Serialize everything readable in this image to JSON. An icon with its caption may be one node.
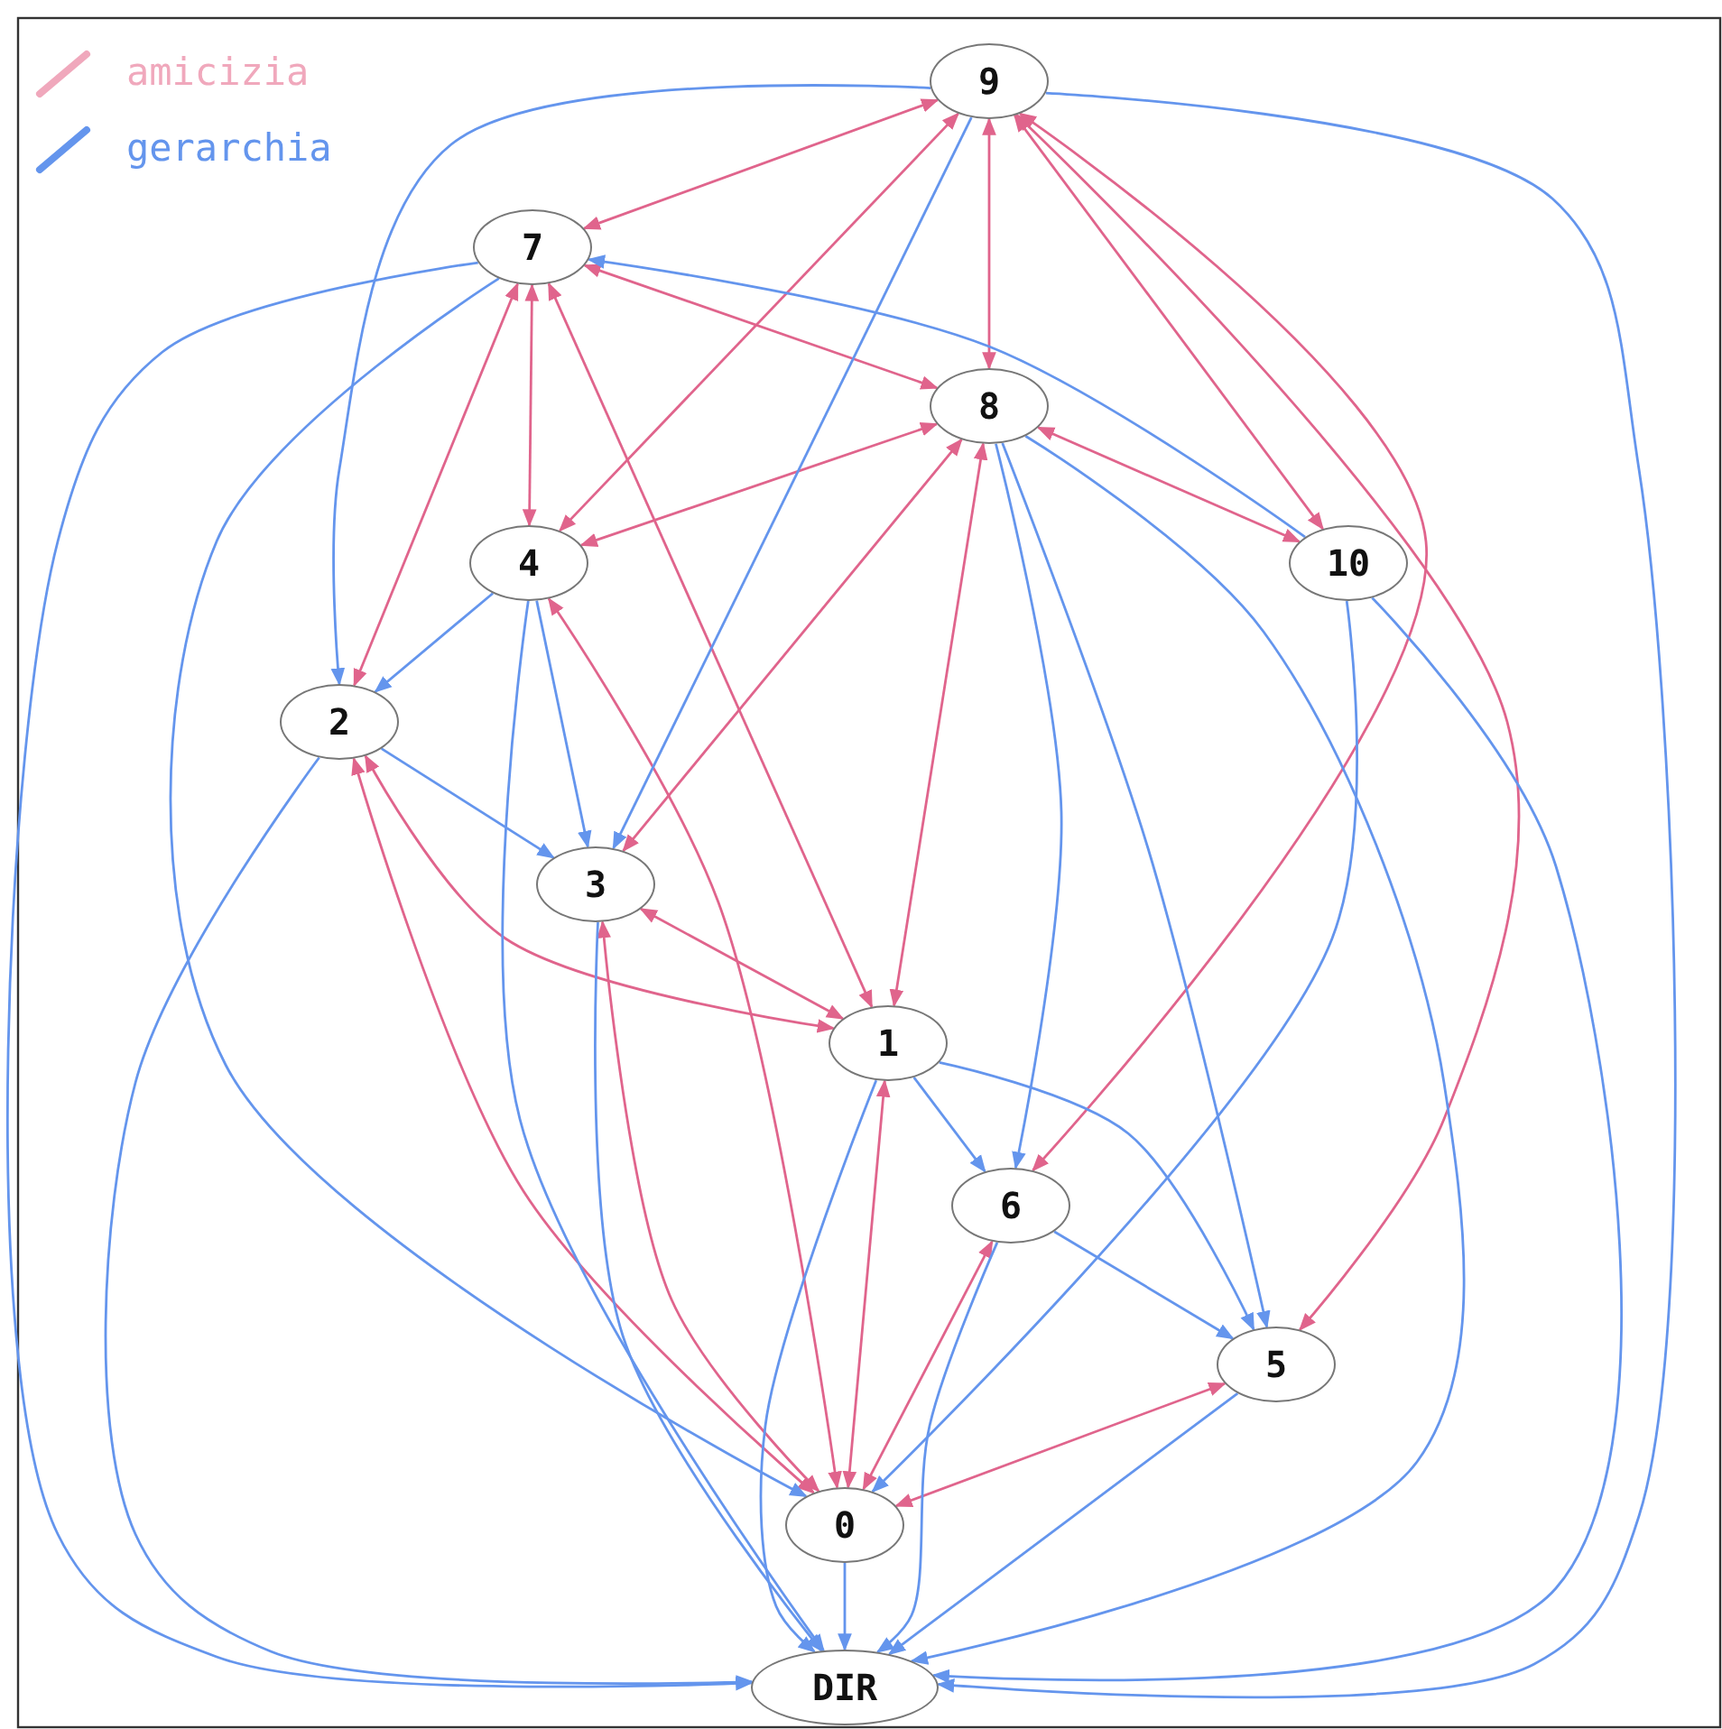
{
  "diagram": {
    "nodes": [
      {
        "text": [
          "9"
        ]
      },
      {
        "text": [
          "7"
        ]
      },
      {
        "text": [
          "8"
        ]
      },
      {
        "text": [
          "4"
        ]
      },
      {
        "text": [
          "10"
        ]
      },
      {
        "text": [
          "2"
        ]
      },
      {
        "text": [
          "3"
        ]
      },
      {
        "text": [
          "1"
        ]
      },
      {
        "text": [
          "6"
        ]
      },
      {
        "text": [
          "5"
        ]
      },
      {
        "text": [
          "0"
        ]
      },
      {
        "text": [
          "DIR"
        ]
      }
    ],
    "edges": [
      {
        "from": 0,
        "to": 1,
        "arrow": "both",
        "color": "#e0648c"
      },
      {
        "from": 0,
        "to": 3,
        "arrow": "both",
        "color": "#e0648c"
      },
      {
        "from": 0,
        "to": 2,
        "arrow": "both",
        "color": "#e0648c"
      },
      {
        "from": 0,
        "to": 4,
        "arrow": "both",
        "color": "#e0648c"
      },
      {
        "from": 0,
        "to": 8,
        "arrow": "both",
        "color": "#e0648c"
      },
      {
        "from": 0,
        "to": 9,
        "arrow": "both",
        "color": "#e0648c"
      },
      {
        "from": 1,
        "to": 2,
        "arrow": "both",
        "color": "#e0648c"
      },
      {
        "from": 1,
        "to": 3,
        "arrow": "both",
        "color": "#e0648c"
      },
      {
        "from": 1,
        "to": 5,
        "arrow": "both",
        "color": "#e0648c"
      },
      {
        "from": 1,
        "to": 7,
        "arrow": "both",
        "color": "#e0648c"
      },
      {
        "from": 2,
        "to": 3,
        "arrow": "both",
        "color": "#e0648c"
      },
      {
        "from": 2,
        "to": 4,
        "arrow": "both",
        "color": "#e0648c"
      },
      {
        "from": 2,
        "to": 6,
        "arrow": "both",
        "color": "#e0648c"
      },
      {
        "from": 2,
        "to": 7,
        "arrow": "both",
        "color": "#e0648c"
      },
      {
        "from": 5,
        "to": 7,
        "arrow": "both",
        "color": "#e0648c"
      },
      {
        "from": 6,
        "to": 7,
        "arrow": "both",
        "color": "#e0648c"
      },
      {
        "from": 5,
        "to": 10,
        "arrow": "both",
        "color": "#e0648c"
      },
      {
        "from": 6,
        "to": 10,
        "arrow": "both",
        "color": "#e0648c"
      },
      {
        "from": 3,
        "to": 10,
        "arrow": "both",
        "color": "#e0648c"
      },
      {
        "from": 7,
        "to": 10,
        "arrow": "both",
        "color": "#e0648c"
      },
      {
        "from": 8,
        "to": 10,
        "arrow": "both",
        "color": "#e0648c"
      },
      {
        "from": 9,
        "to": 10,
        "arrow": "both",
        "color": "#e0648c"
      },
      {
        "from": 0,
        "to": 5,
        "arrow": "to"
      },
      {
        "from": 0,
        "to": 6,
        "arrow": "to"
      },
      {
        "from": 0,
        "to": 11,
        "arrow": "to"
      },
      {
        "from": 1,
        "to": 11,
        "arrow": "to"
      },
      {
        "from": 1,
        "to": 10,
        "arrow": "to"
      },
      {
        "from": 4,
        "to": 1,
        "arrow": "to"
      },
      {
        "from": 3,
        "to": 5,
        "arrow": "to"
      },
      {
        "from": 3,
        "to": 6,
        "arrow": "to"
      },
      {
        "from": 3,
        "to": 11,
        "arrow": "to"
      },
      {
        "from": 5,
        "to": 6,
        "arrow": "to"
      },
      {
        "from": 5,
        "to": 11,
        "arrow": "to"
      },
      {
        "from": 6,
        "to": 11,
        "arrow": "to"
      },
      {
        "from": 2,
        "to": 8,
        "arrow": "to"
      },
      {
        "from": 2,
        "to": 9,
        "arrow": "to"
      },
      {
        "from": 2,
        "to": 11,
        "arrow": "to"
      },
      {
        "from": 4,
        "to": 10,
        "arrow": "to"
      },
      {
        "from": 4,
        "to": 11,
        "arrow": "to"
      },
      {
        "from": 7,
        "to": 8,
        "arrow": "to"
      },
      {
        "from": 7,
        "to": 9,
        "arrow": "to"
      },
      {
        "from": 7,
        "to": 11,
        "arrow": "to"
      },
      {
        "from": 8,
        "to": 9,
        "arrow": "to"
      },
      {
        "from": 8,
        "to": 11,
        "arrow": "to"
      },
      {
        "from": 9,
        "to": 11,
        "arrow": "to"
      },
      {
        "from": 10,
        "to": 11,
        "arrow": "to"
      }
    ],
    "legend": [
      {
        "text": "amicizia"
      },
      {
        "text": "gerarchia"
      }
    ]
  }
}
